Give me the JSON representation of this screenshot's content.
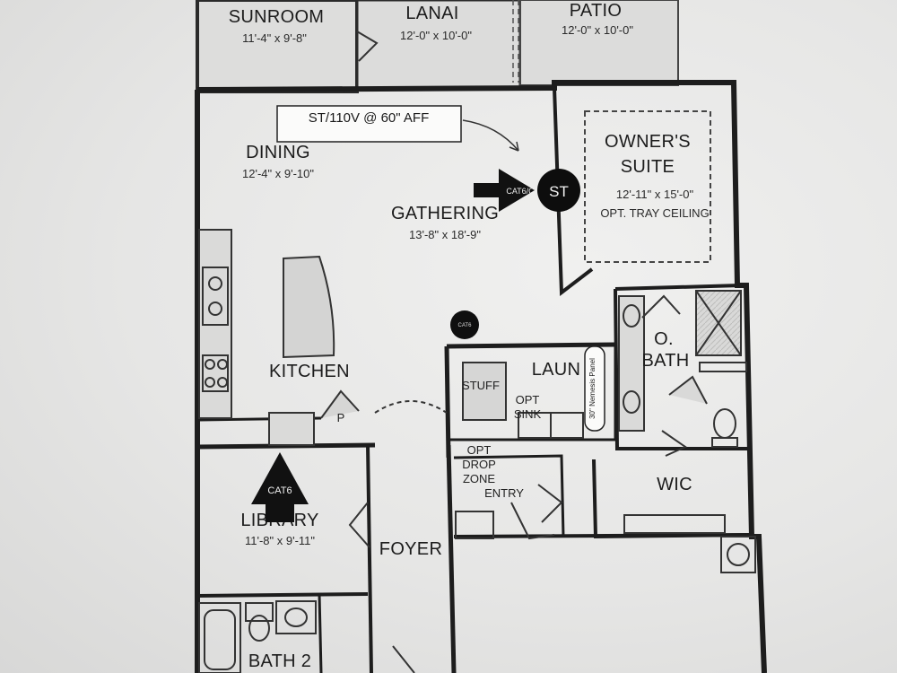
{
  "rooms": {
    "sunroom": {
      "name": "SUNROOM",
      "dim": "11'-4\" x 9'-8\""
    },
    "lanai": {
      "name": "LANAI",
      "dim": "12'-0\" x 10'-0\""
    },
    "patio": {
      "name": "PATIO",
      "dim": "12'-0\" x 10'-0\""
    },
    "dining": {
      "name": "DINING",
      "dim": "12'-4\" x 9'-10\""
    },
    "gathering": {
      "name": "GATHERING",
      "dim": "13'-8\" x 18'-9\""
    },
    "owners_suite": {
      "name_line1": "OWNER'S",
      "name_line2": "SUITE",
      "dim": "12'-11\" x 15'-0\"",
      "note": "OPT. TRAY CEILING"
    },
    "kitchen": {
      "name": "KITCHEN",
      "pantry": "P"
    },
    "stuff": {
      "name": "STUFF"
    },
    "laundry": {
      "name": "LAUN",
      "opt_line1": "OPT",
      "opt_line2": "SINK"
    },
    "o_bath": {
      "line1": "O.",
      "line2": "BATH"
    },
    "drop_zone": {
      "line1": "OPT",
      "line2": "DROP",
      "line3": "ZONE",
      "entry": "ENTRY"
    },
    "wic": {
      "name": "WIC"
    },
    "library": {
      "name": "LIBRARY",
      "dim": "11'-8\" x 9'-11\""
    },
    "foyer": {
      "name": "FOYER"
    },
    "bath2": {
      "name": "BATH 2"
    }
  },
  "annotations": {
    "st_note": "ST/110V @ 60\" AFF",
    "st_circle": "ST",
    "cat6c_label": "CAT6/C",
    "cat6_label": "CAT6",
    "cat6_small_circle": "CAT6",
    "vertical_note": "30\" Nemesis Panel"
  }
}
